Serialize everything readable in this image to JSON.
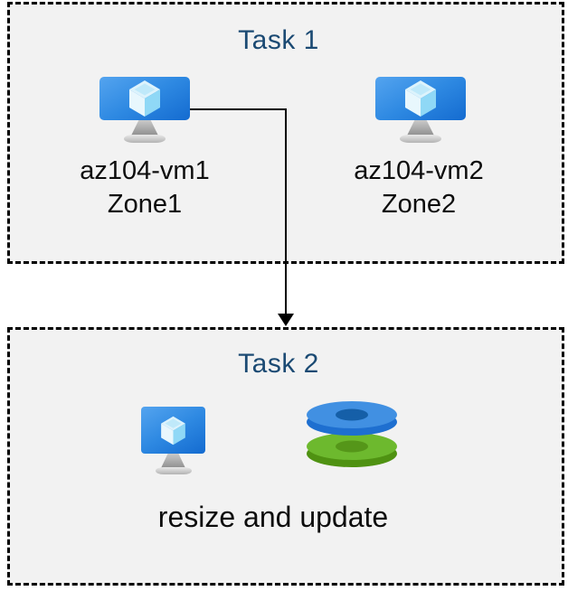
{
  "task1": {
    "title": "Task 1",
    "vms": [
      {
        "name": "az104-vm1",
        "zone": "Zone1"
      },
      {
        "name": "az104-vm2",
        "zone": "Zone2"
      }
    ]
  },
  "task2": {
    "title": "Task 2",
    "caption": "resize and update"
  },
  "icons": {
    "vm": "virtual-machine-icon",
    "disks": "managed-disks-icon",
    "arrow": "arrow-down-connector"
  },
  "colors": {
    "title_text": "#1b4a73",
    "label_text": "#0d0d0d",
    "box_background": "#f2f2f2",
    "box_border": "#000000",
    "vm_screen_gradient_start": "#54a4ef",
    "vm_screen_gradient_end": "#146bd0",
    "cube_top": "#ddf3fc",
    "cube_left": "#e8f7fd",
    "cube_right": "#8fd8f6",
    "disk_blue_top": "#4190e2",
    "disk_blue_side": "#1e6fd0",
    "disk_blue_hole": "#155fa8",
    "disk_green_top": "#6db92e",
    "disk_green_side": "#4f9212",
    "disk_green_hole": "#559619",
    "arrow": "#000000"
  }
}
